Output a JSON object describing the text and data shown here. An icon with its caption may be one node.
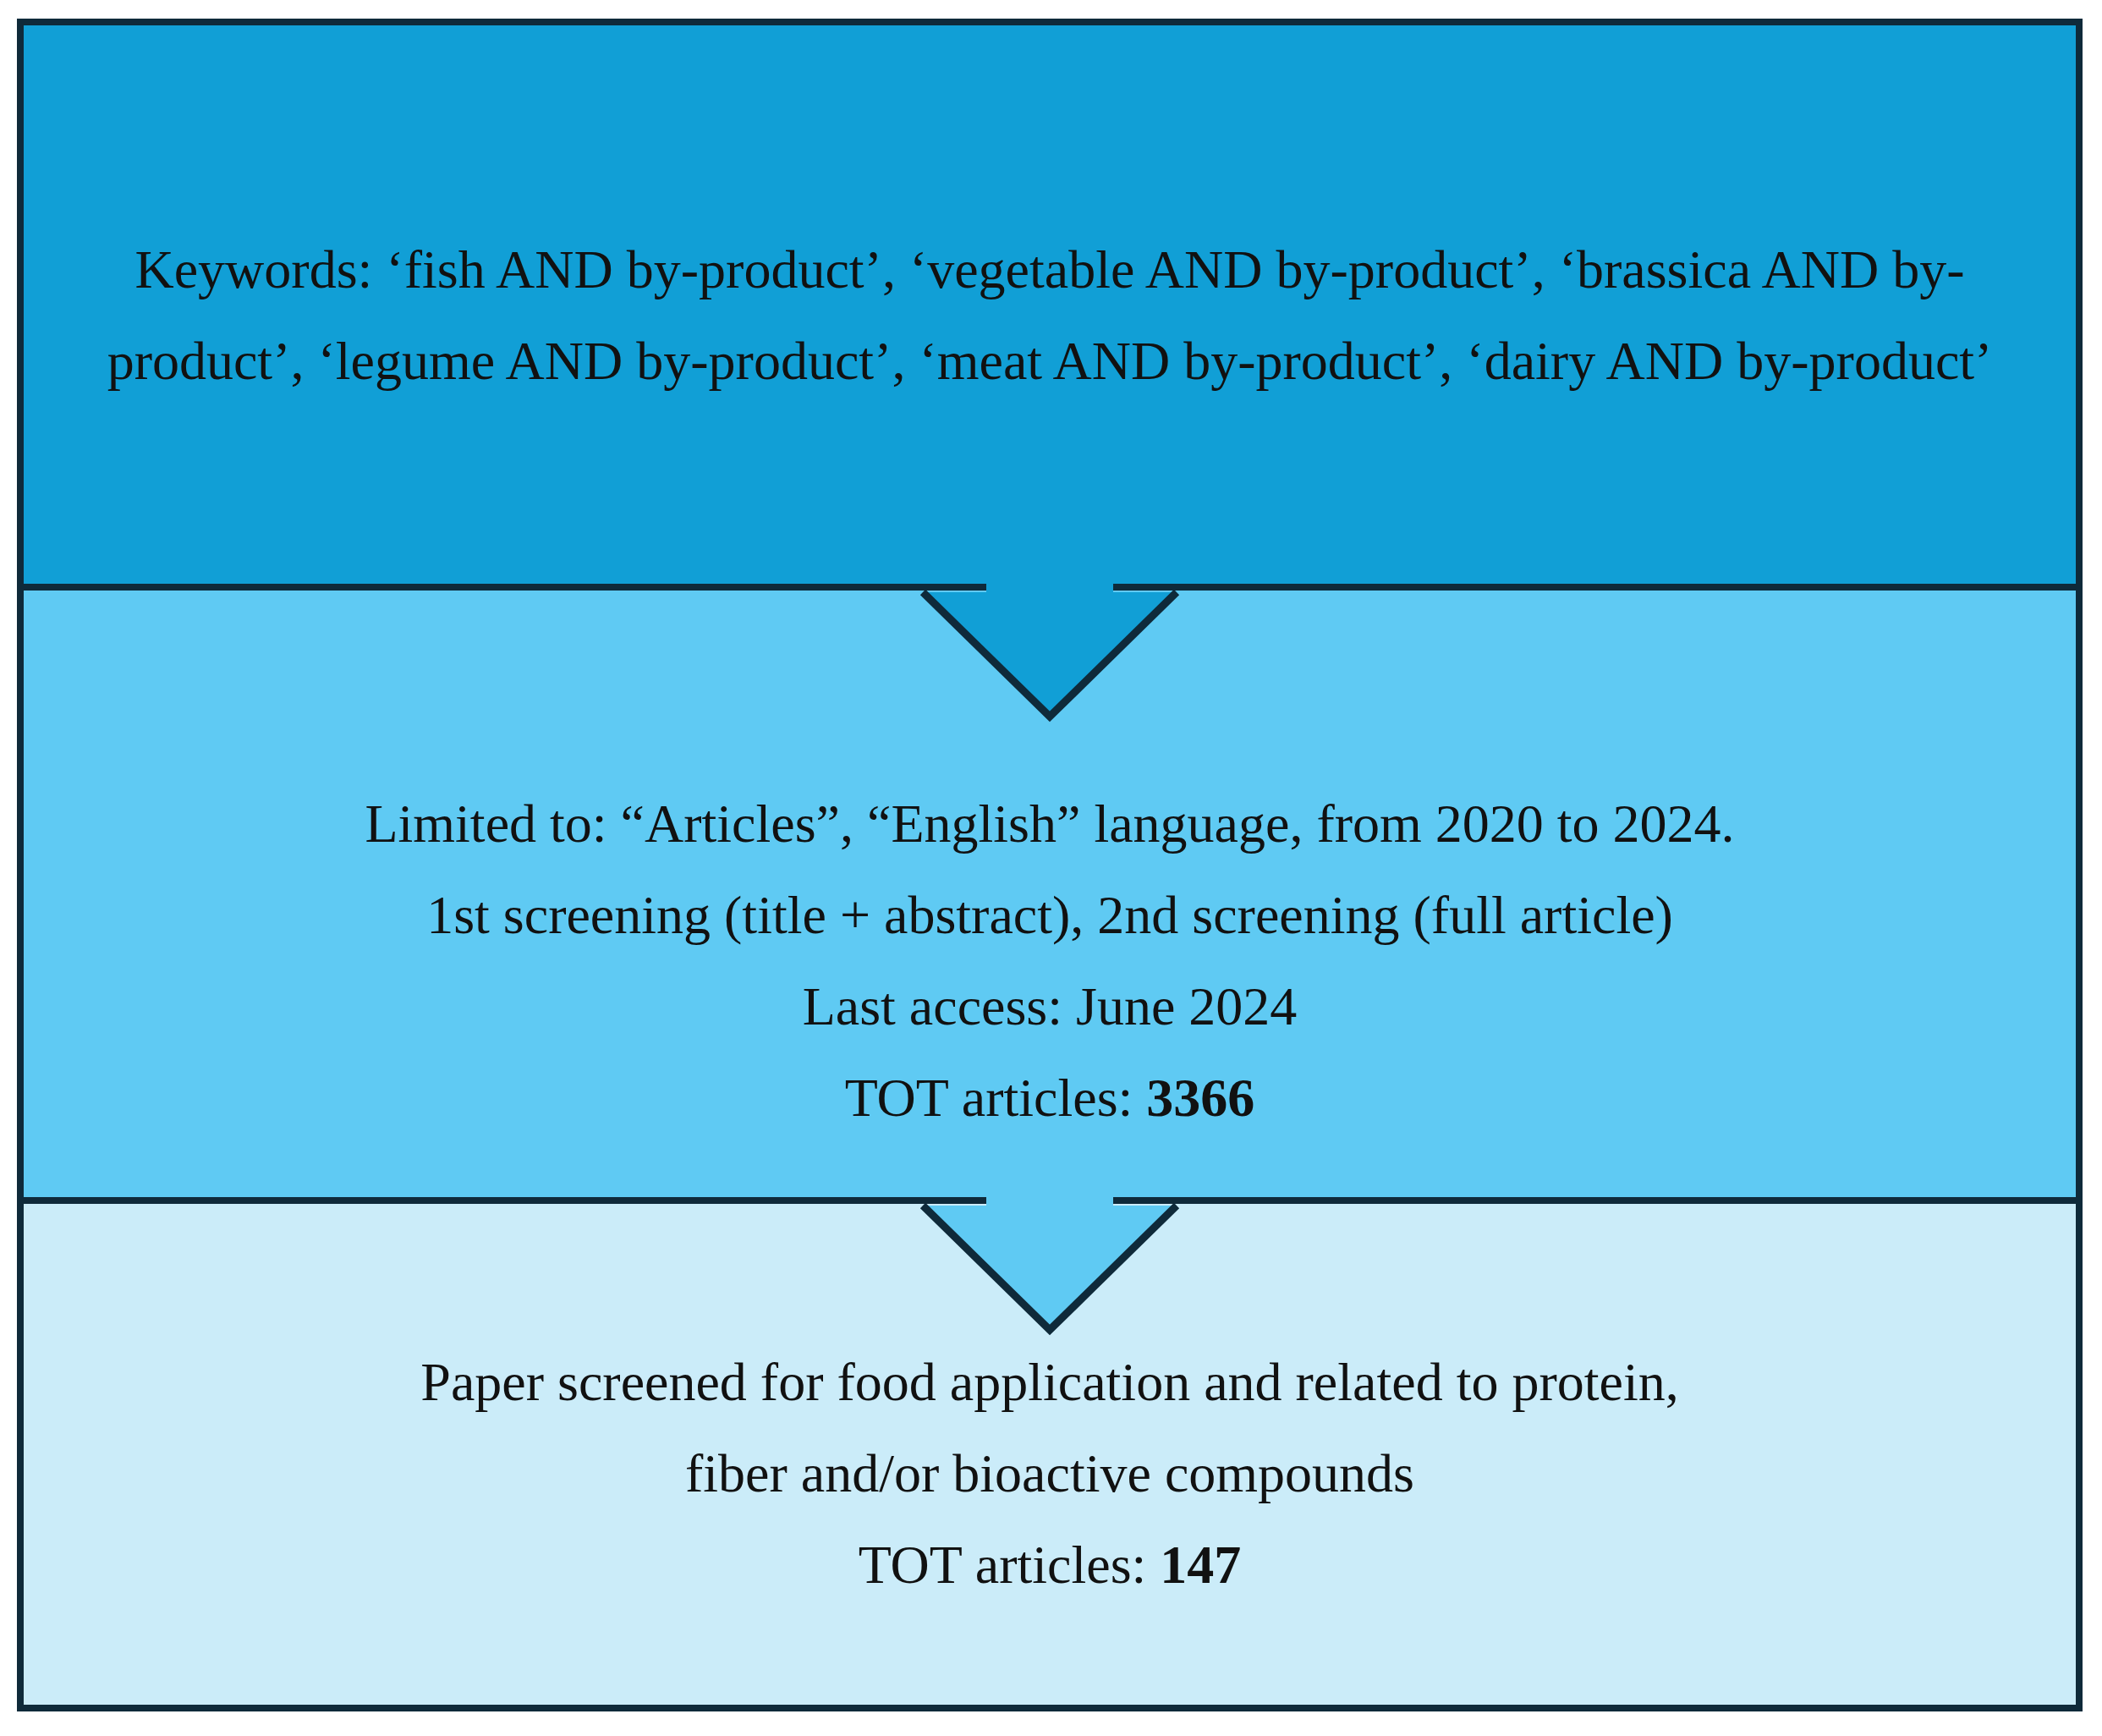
{
  "diagram": {
    "nodes": [
      {
        "text": [
          "Keywords: ‘fish AND by-product’, ‘vegetable AND by-product’, ‘brassica AND by-product’, ‘legume AND by-product’, ‘meat AND by-product’, ‘dairy AND by-product’"
        ]
      },
      {
        "text": [
          "Limited to: “Articles”, “English” language, from 2020 to 2024.",
          "1st screening (title + abstract), 2nd screening (full article)",
          "Last access: June 2024",
          "TOT articles: **3366**"
        ]
      },
      {
        "text": [
          "Paper screened for food application and related to protein, fiber and/or bioactive compounds",
          "TOT articles: **147**"
        ]
      }
    ],
    "edges": [
      {
        "from": 0,
        "to": 1,
        "arrow": "to"
      },
      {
        "from": 1,
        "to": 2,
        "arrow": "to"
      }
    ]
  }
}
